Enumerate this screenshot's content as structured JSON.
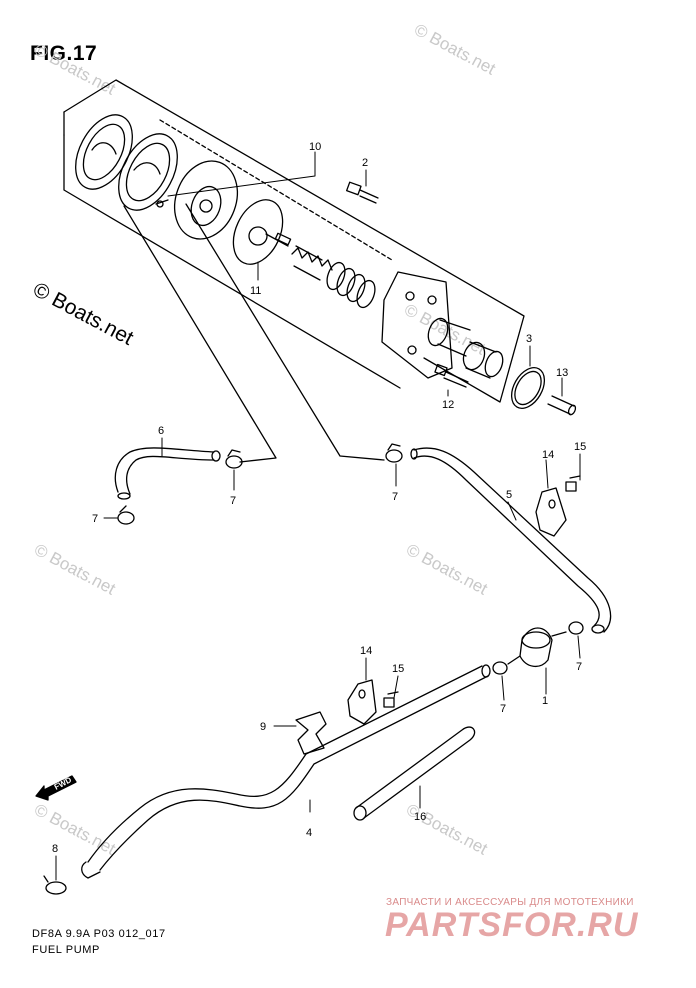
{
  "figure": {
    "title": "FIG.17"
  },
  "watermarks": {
    "primary": "© Boats.net",
    "faint": "© Boats.net"
  },
  "footer": {
    "model_code": "DF8A 9.9A P03 012_017",
    "name": "FUEL PUMP"
  },
  "direction_marker": "FWD",
  "shop": {
    "tagline": "ЗАПЧАСТИ И АКСЕССУАРЫ ДЛЯ МОТОТЕХНИКИ",
    "logo": "PARTSFOR.RU"
  },
  "callouts": {
    "c10": "10",
    "c2": "2",
    "c11": "11",
    "c3": "3",
    "c13": "13",
    "c12": "12",
    "c6": "6",
    "c7a": "7",
    "c7b": "7",
    "c7c": "7",
    "c15a": "15",
    "c14a": "14",
    "c5": "5",
    "c7d": "7",
    "c1": "1",
    "c7e": "7",
    "c14b": "14",
    "c15b": "15",
    "c9": "9",
    "c4": "4",
    "c16": "16",
    "c8": "8"
  }
}
